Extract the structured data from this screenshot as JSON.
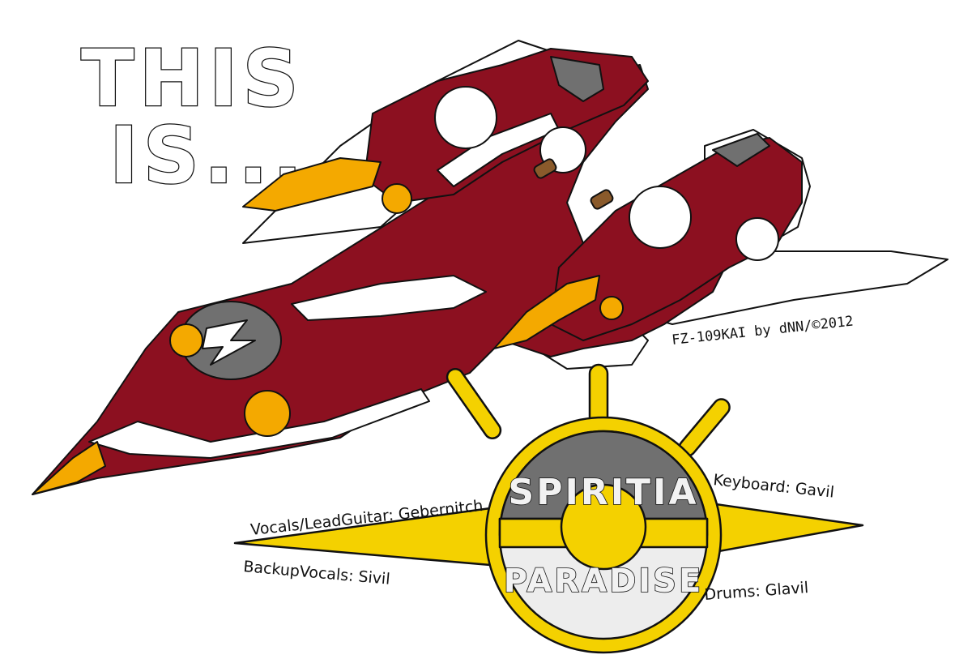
{
  "intro": {
    "line1": "THIS",
    "line2": "IS..."
  },
  "credit": "FZ-109KAI by dNN/©2012",
  "logo": {
    "top": "SPIRITIA",
    "bottom": "PARADISE"
  },
  "band": {
    "vocals": "Vocals/LeadGuitar: Gebernitch",
    "keyboard": "Keyboard: Gavil",
    "backup": "BackupVocals: Sivil",
    "drums": "Drums: Glavil"
  },
  "colors": {
    "hull": "#8c1020",
    "accent": "#f4a900",
    "logo_yellow": "#f4d100",
    "gray": "#707070",
    "ink": "#111111"
  }
}
